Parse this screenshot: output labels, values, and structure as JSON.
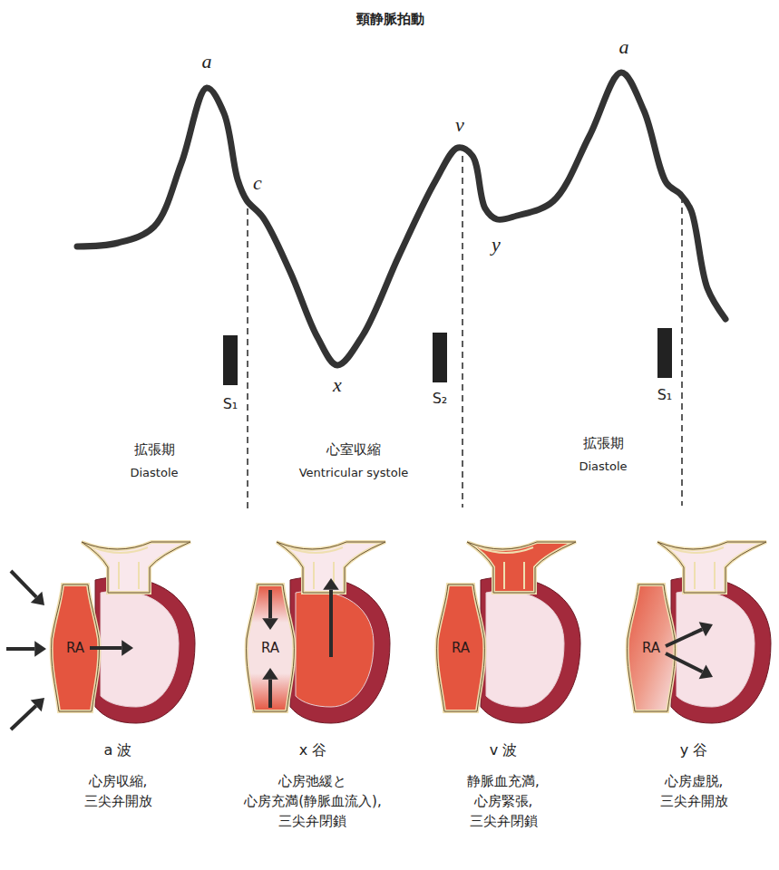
{
  "diagram": {
    "title": "頸静脈拍動",
    "nodes": [
      {
        "text": [
          "RA"
        ]
      },
      {
        "text": [
          "RA"
        ]
      },
      {
        "text": [
          "RA"
        ]
      },
      {
        "text": [
          "RA"
        ]
      }
    ],
    "labels": [
      "a",
      "c",
      "x",
      "v",
      "y",
      "a",
      "S₁",
      "S₂",
      "S₁",
      "拡張期",
      "Diastole",
      "心室収縮",
      "Ventricular systole",
      "拡張期",
      "Diastole",
      "a 波",
      "心房収縮, 三尖弁開放",
      "x 谷",
      "心房弛緩と 心房充満(静脈血流入), 三尖弁閉鎖",
      "v 波",
      "静脈血充満, 心房緊張, 三尖弁閉鎖",
      "y 谷",
      "心房虚脱, 三尖弁開放"
    ]
  }
}
